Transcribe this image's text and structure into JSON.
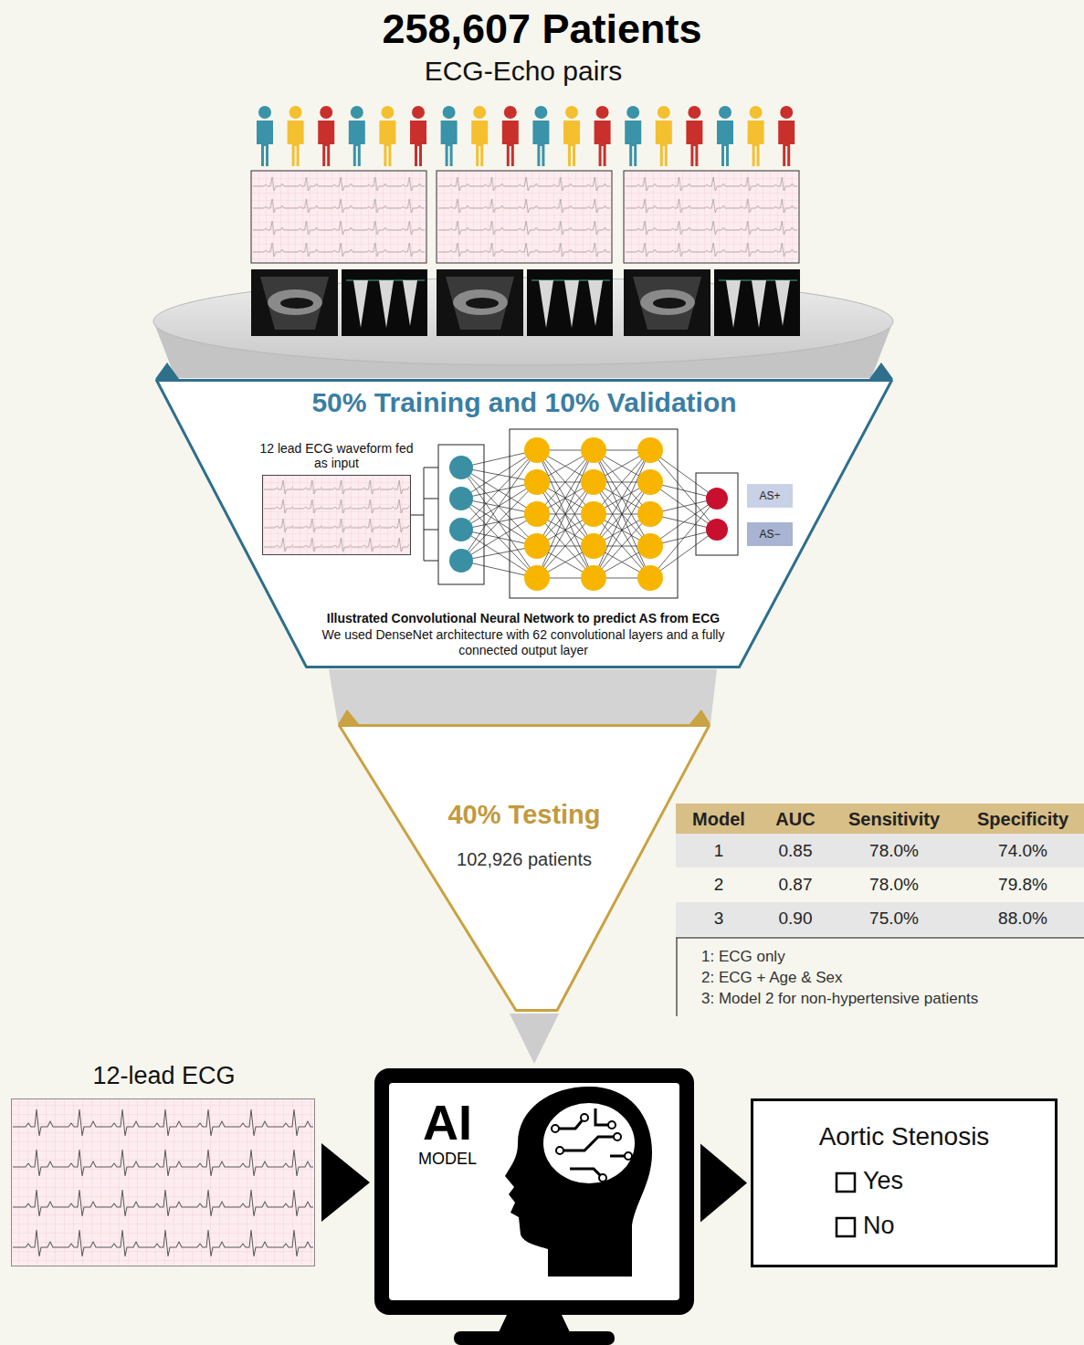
{
  "diagram": {
    "title": "258,607 Patients",
    "nodes": [
      {
        "text": [
          "50% Training and 10% Validation",
          "Illustrated Convolutional Neural Network to predict AS from ECG",
          "We used DenseNet architecture with 62 convolutional layers and a fully connected output layer"
        ]
      },
      {
        "text": [
          "12 lead ECG waveform fed as input"
        ],
        "in": 0
      },
      {
        "text": [
          "AS+"
        ],
        "in": 0
      },
      {
        "text": [
          "AS−"
        ],
        "in": 0
      },
      {
        "text": [
          "40% Testing",
          "102,926 patients"
        ]
      },
      {
        "text": [
          "12-lead ECG"
        ]
      },
      {
        "text": [
          "AI",
          "MODEL"
        ]
      },
      {
        "text": [
          "Aortic Stenosis",
          "Yes",
          "No"
        ]
      }
    ],
    "edges": [
      {
        "from": 4,
        "to": 6,
        "arrow": "to"
      },
      {
        "from": 5,
        "to": 6,
        "arrow": "to"
      },
      {
        "from": 6,
        "to": 7,
        "arrow": "to"
      }
    ],
    "labels": [
      "ECG-Echo pairs",
      "Model",
      "AUC",
      "Sensitivity",
      "Specificity",
      "1",
      "0.85",
      "78.0%",
      "74.0%",
      "2",
      "0.87",
      "78.0%",
      "79.8%",
      "3",
      "0.90",
      "75.0%",
      "88.0%",
      "1: ECG only",
      "2: ECG + Age & Sex",
      "3: Model 2 for non-hypertensive patients"
    ]
  }
}
